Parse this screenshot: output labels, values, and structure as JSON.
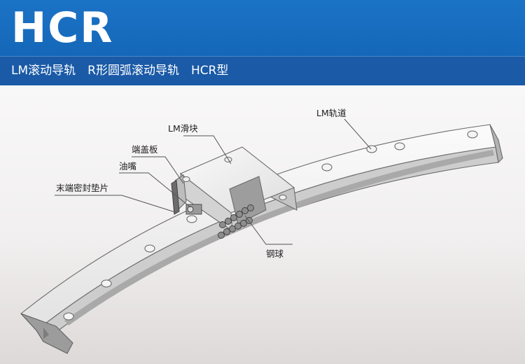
{
  "header": {
    "title": "HCR",
    "subtitle": "LM滚动导轨　R形圆弧滚动导轨　HCR型"
  },
  "colors": {
    "header_bg": "#1b73c6",
    "subheader_bg": "#1a5aa7",
    "text_light": "#ffffff"
  },
  "diagram": {
    "labels": {
      "lm_rail": "LM轨道",
      "lm_block": "LM滑块",
      "end_plate": "端盖板",
      "grease_nipple": "油嘴",
      "end_seal": "末端密封垫片",
      "steel_ball": "钢球"
    }
  }
}
